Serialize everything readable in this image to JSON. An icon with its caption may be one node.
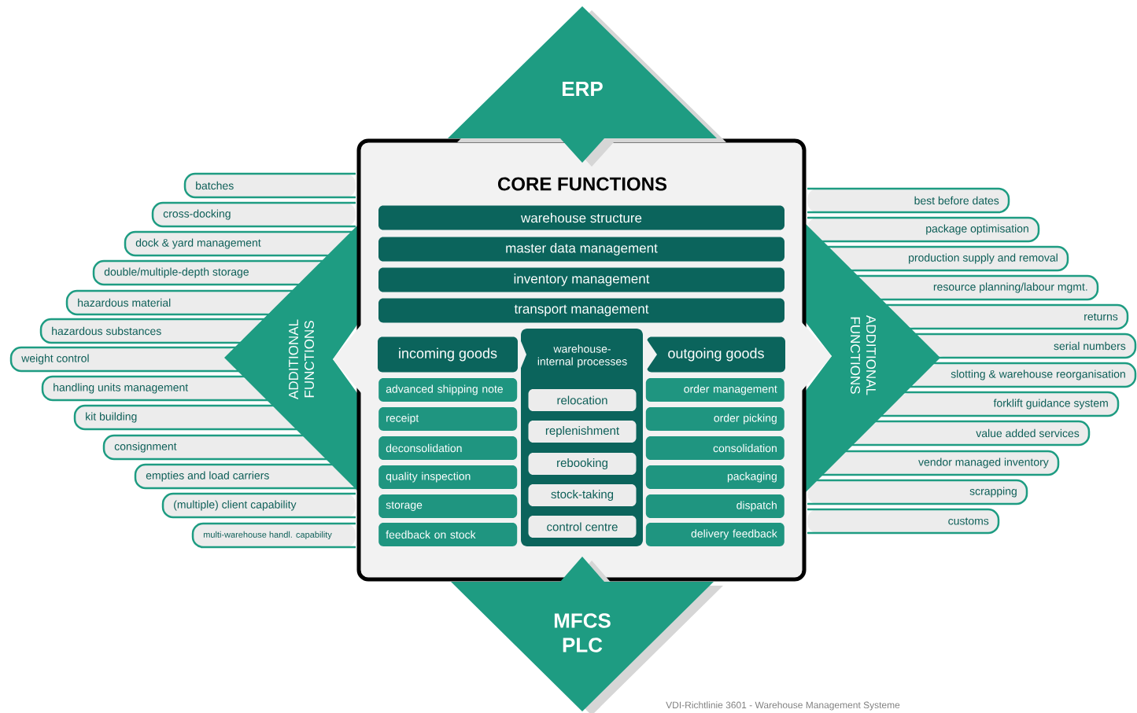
{
  "diagram": {
    "nodes": [
      {
        "text": [
          "ERP"
        ]
      },
      {
        "text": [
          "ADDITIONAL FUNCTIONS"
        ]
      },
      {
        "text": [
          "CORE FUNCTIONS"
        ]
      },
      {
        "text": [
          "warehouse structure"
        ],
        "in": 2
      },
      {
        "text": [
          "master data management"
        ],
        "in": 2
      },
      {
        "text": [
          "inventory management"
        ],
        "in": 2
      },
      {
        "text": [
          "transport management"
        ],
        "in": 2
      },
      {
        "text": [
          "incoming goods"
        ],
        "in": 2
      },
      {
        "text": [
          "advanced shipping note"
        ],
        "in": 2
      },
      {
        "text": [
          "receipt"
        ],
        "in": 2
      },
      {
        "text": [
          "deconsolidation"
        ],
        "in": 2
      },
      {
        "text": [
          "quality inspection"
        ],
        "in": 2
      },
      {
        "text": [
          "storage"
        ],
        "in": 2
      },
      {
        "text": [
          "feedback on stock"
        ],
        "in": 2
      },
      {
        "text": [
          "warehouse-internal processes"
        ],
        "in": 2
      },
      {
        "text": [
          "relocation"
        ],
        "in": 14
      },
      {
        "text": [
          "replenishment"
        ],
        "in": 14
      },
      {
        "text": [
          "rebooking"
        ],
        "in": 14
      },
      {
        "text": [
          "stock-taking"
        ],
        "in": 14
      },
      {
        "text": [
          "control centre"
        ],
        "in": 14
      },
      {
        "text": [
          "outgoing goods"
        ],
        "in": 2
      },
      {
        "text": [
          "order management"
        ],
        "in": 2
      },
      {
        "text": [
          "order picking"
        ],
        "in": 2
      },
      {
        "text": [
          "consolidation"
        ],
        "in": 2
      },
      {
        "text": [
          "packaging"
        ],
        "in": 2
      },
      {
        "text": [
          "dispatch"
        ],
        "in": 2
      },
      {
        "text": [
          "delivery feedback"
        ],
        "in": 2
      },
      {
        "text": [
          "ADDITIONAL FUNCTIONS"
        ]
      },
      {
        "text": [
          "MFCS PLC"
        ]
      },
      {
        "text": [
          "batches"
        ]
      },
      {
        "text": [
          "cross-docking"
        ]
      },
      {
        "text": [
          "dock & yard management"
        ]
      },
      {
        "text": [
          "double/multiple-depth storage"
        ]
      },
      {
        "text": [
          "hazardous material"
        ]
      },
      {
        "text": [
          "hazardous substances"
        ]
      },
      {
        "text": [
          "weight control"
        ]
      },
      {
        "text": [
          "handling units management"
        ]
      },
      {
        "text": [
          "kit building"
        ]
      },
      {
        "text": [
          "consignment"
        ]
      },
      {
        "text": [
          "empties and load carriers"
        ]
      },
      {
        "text": [
          "(multiple) client capability"
        ]
      },
      {
        "text": [
          "multi-warehouse handl. capability"
        ]
      },
      {
        "text": [
          "best before dates"
        ]
      },
      {
        "text": [
          "package optimisation"
        ]
      },
      {
        "text": [
          "production supply and removal"
        ]
      },
      {
        "text": [
          "resource planning/labour mgmt."
        ]
      },
      {
        "text": [
          "returns"
        ]
      },
      {
        "text": [
          "serial numbers"
        ]
      },
      {
        "text": [
          "slotting & warehouse reorganisation"
        ]
      },
      {
        "text": [
          "forklift guidance system"
        ]
      },
      {
        "text": [
          "value added services"
        ]
      },
      {
        "text": [
          "vendor managed inventory"
        ]
      },
      {
        "text": [
          "scrapping"
        ]
      },
      {
        "text": [
          "customs"
        ]
      }
    ],
    "labels": [
      "VDI-Richtlinie 3601 - Warehouse Management Systeme"
    ]
  }
}
